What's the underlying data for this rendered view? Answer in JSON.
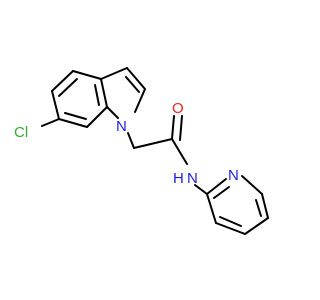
{
  "structure": {
    "atoms": [
      {
        "id": "c1",
        "element": "C"
      },
      {
        "id": "c2",
        "element": "C"
      },
      {
        "id": "c3",
        "element": "C"
      },
      {
        "id": "c3a",
        "element": "C"
      },
      {
        "id": "c4",
        "element": "C"
      },
      {
        "id": "c5",
        "element": "C"
      },
      {
        "id": "c6",
        "element": "C"
      },
      {
        "id": "c7",
        "element": "C"
      },
      {
        "id": "c7a",
        "element": "C"
      },
      {
        "id": "ch2",
        "element": "C"
      },
      {
        "id": "co",
        "element": "C"
      },
      {
        "id": "c2p",
        "element": "C"
      },
      {
        "id": "c3p",
        "element": "C"
      },
      {
        "id": "c4p",
        "element": "C"
      },
      {
        "id": "c5p",
        "element": "C"
      },
      {
        "id": "c6p",
        "element": "C"
      }
    ],
    "labels": [
      {
        "id": "cl",
        "text": "Cl",
        "color": "#33aa33"
      },
      {
        "id": "n1",
        "text": "N",
        "color": "#2222dd"
      },
      {
        "id": "o",
        "text": "O",
        "color": "#ee2222"
      },
      {
        "id": "nh",
        "text": "N",
        "color": "#2222dd"
      },
      {
        "id": "nh_h",
        "text": "H",
        "color": "#2222dd"
      },
      {
        "id": "npy",
        "text": "N",
        "color": "#2222dd"
      }
    ]
  }
}
